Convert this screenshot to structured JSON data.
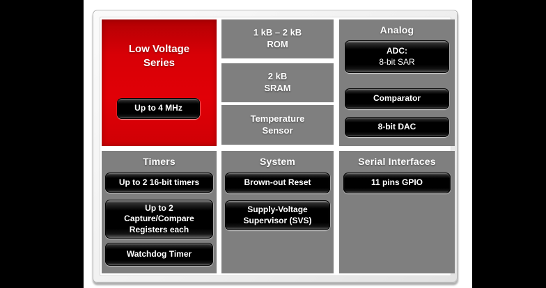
{
  "colors": {
    "accent_red": "#dd0006",
    "section_gray": "#7f7f7f",
    "chip_black": "#040404",
    "frame_gray": "#ebebeb",
    "side_bars": "#000000",
    "text": "#ffffff"
  },
  "blocks": {
    "low_voltage": {
      "line1": "Low Voltage",
      "line2": "Series",
      "chip": "Up to 4 MHz"
    },
    "rom": {
      "line1": "1 kB – 2 kB",
      "line2": "ROM"
    },
    "sram": {
      "line1": "2 kB",
      "line2": "SRAM"
    },
    "temperature": {
      "line1": "Temperature",
      "line2": "Sensor"
    },
    "analog": {
      "title": "Analog",
      "adc_line1": "ADC:",
      "adc_line2": "8-bit SAR",
      "comparator": "Comparator",
      "dac": "8-bit DAC"
    },
    "timers": {
      "title": "Timers",
      "chip1": "Up to 2 16-bit timers",
      "chip2_line1": "Up to 2",
      "chip2_line2": "Capture/Compare",
      "chip2_line3": "Registers each",
      "chip3": "Watchdog Timer"
    },
    "system": {
      "title": "System",
      "chip1": "Brown-out Reset",
      "chip2_line1": "Supply-Voltage",
      "chip2_line2": "Supervisor (SVS)"
    },
    "serial": {
      "title": "Serial Interfaces",
      "chip1": "11 pins GPIO"
    }
  }
}
